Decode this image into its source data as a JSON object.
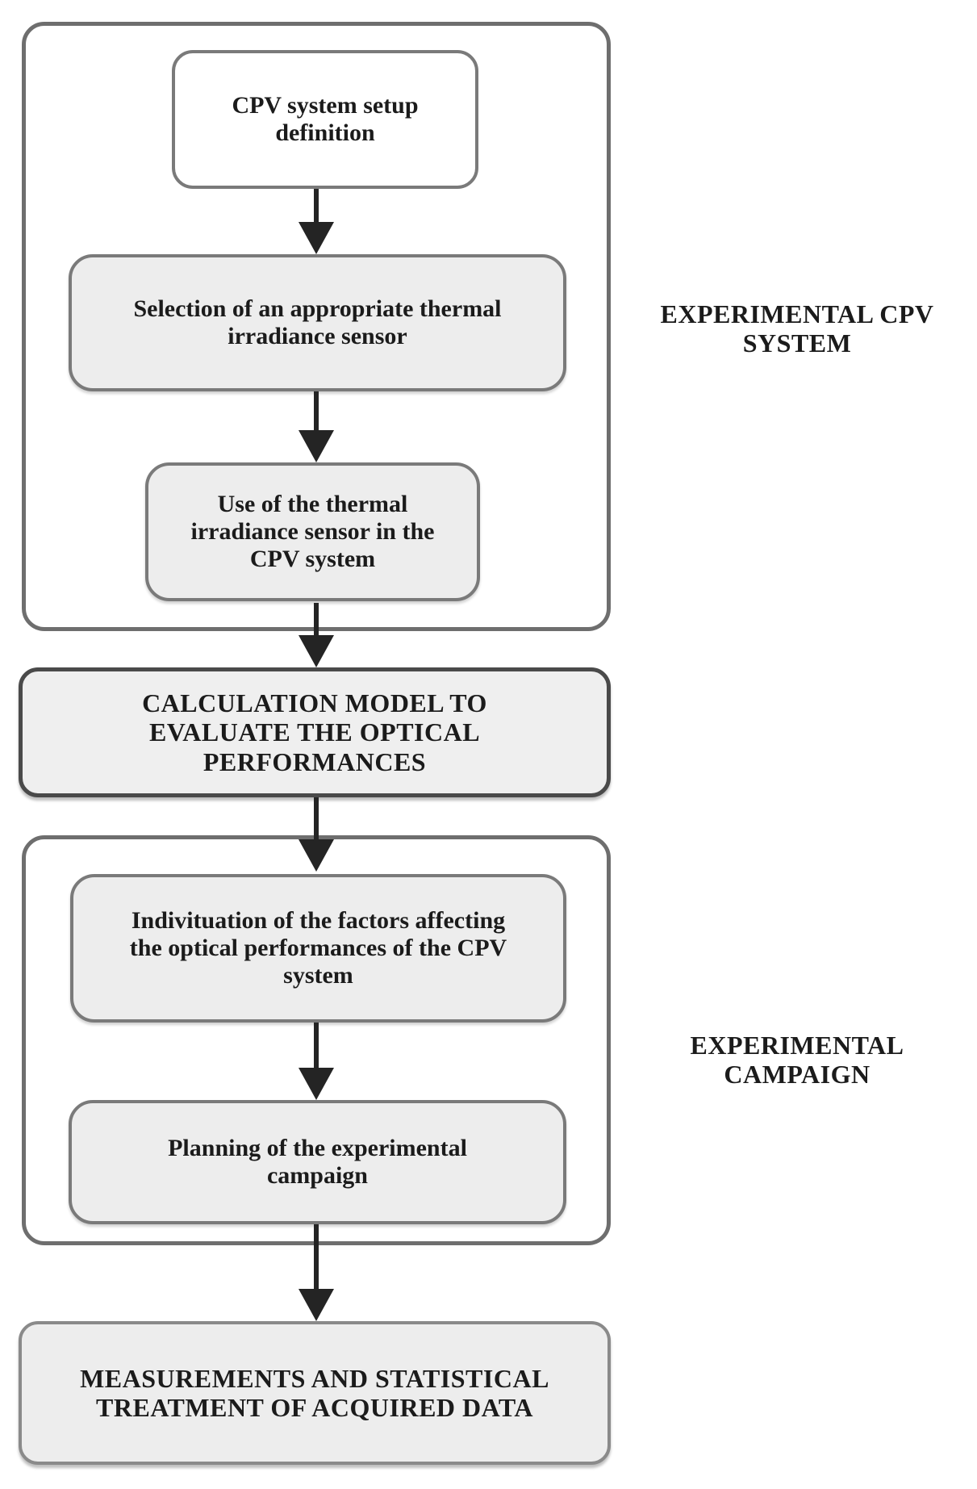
{
  "colors": {
    "background": "#ffffff",
    "node-fill": "#ededed",
    "calc-fill": "#efefef",
    "white-node-fill": "#ffffff",
    "node-border": "#7a7a7a",
    "group-border": "#6e6e6e",
    "strong-border": "#4a4a4a",
    "final-border": "#8a8a8a",
    "arrow": "#242424",
    "text": "#1b1b1b"
  },
  "flowchart": {
    "nodes": {
      "setup": "CPV system setup\ndefinition",
      "sensor_selection": "Selection of an appropriate thermal\nirradiance sensor",
      "sensor_use": "Use of the thermal\nirradiance sensor in the\nCPV system",
      "calculation_model": "CALCULATION MODEL TO\nEVALUATE THE OPTICAL\nPERFORMANCES",
      "factors": "Indivituation of the factors affecting\nthe optical performances of the CPV\nsystem",
      "planning": "Planning of the experimental\ncampaign",
      "measurements": "MEASUREMENTS AND STATISTICAL\nTREATMENT OF ACQUIRED DATA"
    },
    "group_labels": {
      "experimental_cpv_system": "EXPERIMENTAL CPV\nSYSTEM",
      "experimental_campaign": "EXPERIMENTAL\nCAMPAIGN"
    },
    "edges": [
      {
        "from": "setup",
        "to": "sensor_selection"
      },
      {
        "from": "sensor_selection",
        "to": "sensor_use"
      },
      {
        "from": "sensor_use",
        "to": "calculation_model"
      },
      {
        "from": "calculation_model",
        "to": "factors"
      },
      {
        "from": "factors",
        "to": "planning"
      },
      {
        "from": "planning",
        "to": "measurements"
      }
    ]
  }
}
